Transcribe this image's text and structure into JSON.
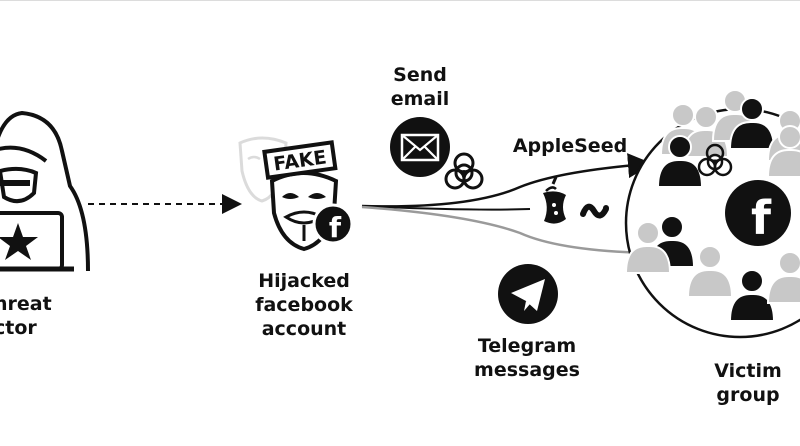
{
  "labels": {
    "threat_actor": "hreat\nctor",
    "hijacked_account": "Hijacked\nfacebook\naccount",
    "send_email": "Send\nemail",
    "appleseed": "AppleSeed",
    "telegram_messages": "Telegram\nmessages",
    "victim_group": "Victim\ngroup",
    "fake_sign": "FAKE",
    "facebook_logo": "f"
  },
  "icons": [
    "hooded-hacker-icon",
    "laptop-icon",
    "star-icon",
    "anonymous-mask-icon",
    "fake-sign-icon",
    "facebook-icon",
    "envelope-icon",
    "biohazard-icon",
    "apple-core-icon",
    "worm-icon",
    "telegram-icon",
    "person-icon"
  ],
  "colors": {
    "ink": "#111111",
    "gray": "#c8c8c8",
    "mid_gray": "#9a9a9a"
  }
}
